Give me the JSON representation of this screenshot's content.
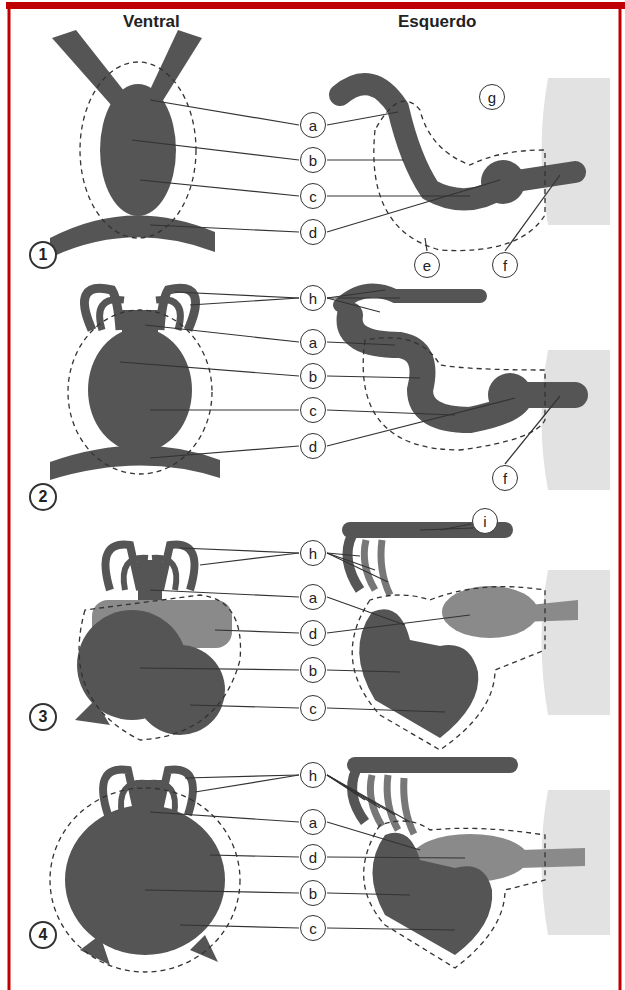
{
  "diagram": {
    "nodes": [
      {
        "text": [
          "g"
        ]
      },
      {
        "text": [
          "a"
        ]
      },
      {
        "text": [
          "b"
        ]
      },
      {
        "text": [
          "c"
        ]
      },
      {
        "text": [
          "d"
        ]
      },
      {
        "text": [
          "1"
        ]
      },
      {
        "text": [
          "e"
        ]
      },
      {
        "text": [
          "f"
        ]
      },
      {
        "text": [
          "h"
        ]
      },
      {
        "text": [
          "a"
        ]
      },
      {
        "text": [
          "b"
        ]
      },
      {
        "text": [
          "c"
        ]
      },
      {
        "text": [
          "d"
        ]
      },
      {
        "text": [
          "f"
        ]
      },
      {
        "text": [
          "2"
        ]
      },
      {
        "text": [
          "i"
        ]
      },
      {
        "text": [
          "h"
        ]
      },
      {
        "text": [
          "a"
        ]
      },
      {
        "text": [
          "d"
        ]
      },
      {
        "text": [
          "b"
        ]
      },
      {
        "text": [
          "c"
        ]
      },
      {
        "text": [
          "3"
        ]
      },
      {
        "text": [
          "h"
        ]
      },
      {
        "text": [
          "a"
        ]
      },
      {
        "text": [
          "d"
        ]
      },
      {
        "text": [
          "b"
        ]
      },
      {
        "text": [
          "c"
        ]
      },
      {
        "text": [
          "4"
        ]
      }
    ],
    "labels": [
      "Ventral",
      "Esquerdo"
    ]
  }
}
